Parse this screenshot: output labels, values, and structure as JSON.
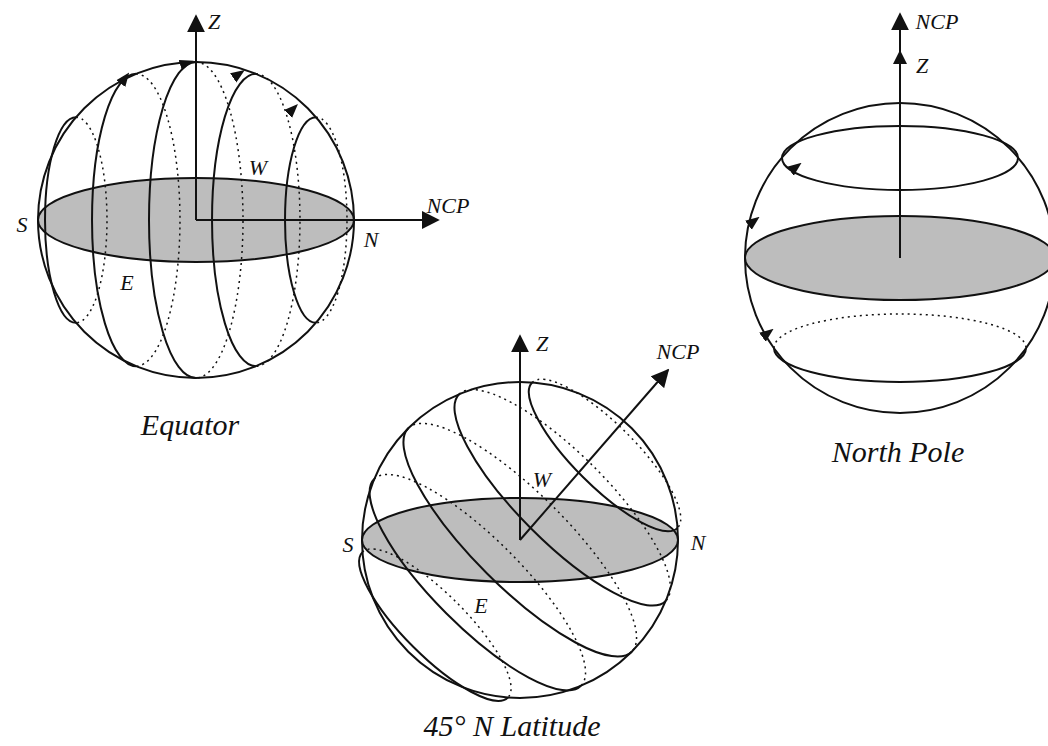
{
  "diagram": {
    "labels": [
      "Z",
      "NCP",
      "S",
      "N",
      "W",
      "E",
      "Equator",
      "Z",
      "NCP",
      "W",
      "S",
      "N",
      "E",
      "45° N Latitude",
      "NCP",
      "Z",
      "North Pole"
    ]
  }
}
